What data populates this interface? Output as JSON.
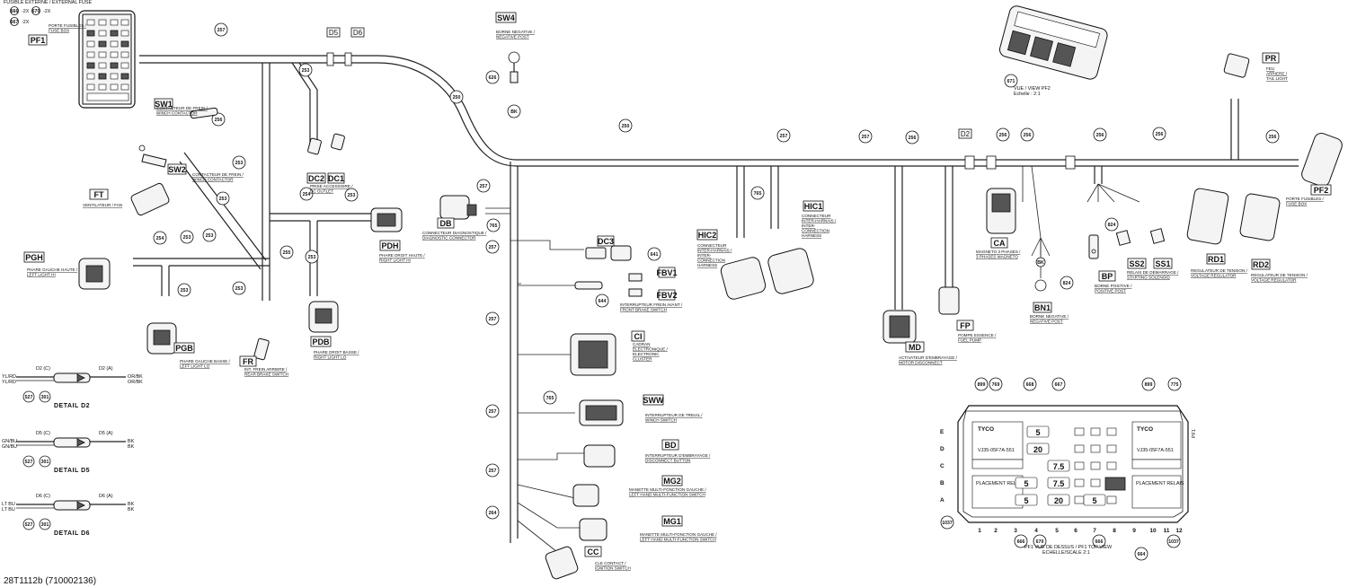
{
  "drawing_number": "28T1112b (710002136)",
  "top_left_note": {
    "line1": "FUSIBLE EXTERNE / EXTERNAL FUSE",
    "rows": [
      {
        "a": "666",
        "b": "-2X",
        "c": "670",
        "d": "-2X"
      },
      {
        "a": "667",
        "b": "-2X",
        "c": "",
        "d": ""
      }
    ]
  },
  "harness_segment_labels": [
    "257",
    "250",
    "250",
    "257",
    "257",
    "256",
    "256",
    "256",
    "256",
    "256",
    "256",
    "253",
    "256",
    "253",
    "253",
    "254",
    "253",
    "253",
    "253",
    "253",
    "254",
    "253",
    "255",
    "253",
    "765",
    "257",
    "257",
    "765",
    "257",
    "765",
    "257",
    "257",
    "264"
  ],
  "components": [
    {
      "id": "PF1",
      "code": "PF1",
      "desc": [
        "PORTE FUSIBLES /",
        "FUSE BOX"
      ]
    },
    {
      "id": "SW1",
      "code": "SW1",
      "desc": [
        "CONTACTEUR DE FREIN /",
        "WINCH CONTACTOR"
      ]
    },
    {
      "id": "SW2",
      "code": "SW2",
      "desc": [
        "CONTACTEUR DE FREIN /",
        "WINCH CONTACTOR"
      ]
    },
    {
      "id": "FT",
      "code": "FT",
      "desc": [
        "VENTILATEUR / FAN"
      ]
    },
    {
      "id": "PGH",
      "code": "PGH",
      "desc": [
        "PHARE GAUCHE HAUTE /",
        "LEFT LIGHT HI"
      ]
    },
    {
      "id": "PGB",
      "code": "PGB",
      "desc": [
        "PHARE GAUCHE BASSE /",
        "LEFT LIGHT LO"
      ]
    },
    {
      "id": "FR",
      "code": "FR",
      "desc": [
        "INT. FREIN ARRIERE /",
        "REAR BRAKE SWITCH"
      ]
    },
    {
      "id": "DC2",
      "code": "DC2",
      "desc": [
        "PRISE ACCESSOIRE /",
        "DC OUTLET"
      ]
    },
    {
      "id": "DC1",
      "code": "DC1",
      "desc": []
    },
    {
      "id": "PDH",
      "code": "PDH",
      "desc": [
        "PHARE DROIT HAUTE /",
        "RIGHT LIGHT HI"
      ]
    },
    {
      "id": "PDB",
      "code": "PDB",
      "desc": [
        "PHARE DROIT BASSE /",
        "RIGHT LIGHT LO"
      ]
    },
    {
      "id": "SW4",
      "code": "SW4",
      "desc": [
        "BORNE NEGATIVE /",
        "NEGATIVE POST"
      ]
    },
    {
      "id": "DB",
      "code": "DB",
      "desc": [
        "CONNECTEUR DIAGNOSTIQUE /",
        "DIAGNOSTIC CONNECTOR"
      ]
    },
    {
      "id": "DC3",
      "code": "DC3",
      "desc": []
    },
    {
      "id": "FBV1",
      "code": "FBV1",
      "desc": []
    },
    {
      "id": "FBV2",
      "code": "FBV2",
      "desc": [
        "INTERRUPTEUR FREIN AVANT /",
        "FRONT BRAKE SWITCH"
      ]
    },
    {
      "id": "CI",
      "code": "CI",
      "desc": [
        "CADRAN",
        "ELECTRONIQUE /",
        "ELECTRONIC",
        "CLUSTER"
      ]
    },
    {
      "id": "SWW",
      "code": "SWW",
      "desc": [
        "INTERRUPTEUR DE TREUIL /",
        "WINCH SWITCH"
      ]
    },
    {
      "id": "BD",
      "code": "BD",
      "desc": [
        "INTERRUPTEUR D'EMBRAYAGE /",
        "DISCONNECT BUTTON"
      ]
    },
    {
      "id": "MG2",
      "code": "MG2",
      "desc": [
        "MANETTE MULTI-FONCTION GAUCHE /",
        "LEFT HAND MULTI-FUNCTION SWITCH"
      ]
    },
    {
      "id": "MG1",
      "code": "MG1",
      "desc": [
        "MANETTE MULTI-FONCTION GAUCHE /",
        "LEFT HAND MULTI-FUNCTION SWITCH"
      ]
    },
    {
      "id": "CC",
      "code": "CC",
      "desc": [
        "CLE CONTACT /",
        "IGNITION SWITCH"
      ]
    },
    {
      "id": "HIC2",
      "code": "HIC2",
      "desc": [
        "CONNECTEUR",
        "INTER-HARNAIS /",
        "INTER-",
        "CONNECTION",
        "HARNESS"
      ]
    },
    {
      "id": "HIC1",
      "code": "HIC1",
      "desc": [
        "CONNECTEUR",
        "INTER-HARNAIS /",
        "INTER-",
        "CONNECTION",
        "HARNESS"
      ]
    },
    {
      "id": "MD",
      "code": "MD",
      "desc": [
        "ACTIVATEUR D'EMBRAYAGE /",
        "MOTOR DISCONNECT"
      ]
    },
    {
      "id": "FP",
      "code": "FP",
      "desc": [
        "POMPE ESSENCE /",
        "FUEL PUMP"
      ]
    },
    {
      "id": "CA",
      "code": "CA",
      "desc": [
        "MAGNETO 3 PHASES /",
        "3 PHASES MAGNETO"
      ]
    },
    {
      "id": "BN1",
      "code": "BN1",
      "desc": [
        "BORNE NEGATIVE /",
        "NEGATIVE POST"
      ]
    },
    {
      "id": "BP",
      "code": "BP",
      "desc": [
        "BORNE POSITIVE /",
        "POSITIVE POST"
      ]
    },
    {
      "id": "SS2",
      "code": "SS2",
      "desc": []
    },
    {
      "id": "SS1",
      "code": "SS1",
      "desc": [
        "RELAIS DE DEMARRAGE /",
        "STARTING SOLENOID"
      ]
    },
    {
      "id": "RD1",
      "code": "RD1",
      "desc": [
        "REGULATEUR DE TENSION /",
        "VOLTAGE REGULATOR"
      ]
    },
    {
      "id": "RD2",
      "code": "RD2",
      "desc": [
        "REGULATEUR DE TENSION /",
        "VOLTAGE REGULATOR"
      ]
    },
    {
      "id": "PF2",
      "code": "PF2",
      "desc": [
        "PORTE FUSIBLES /",
        "FUSE BOX"
      ]
    },
    {
      "id": "PR",
      "code": "PR",
      "desc": [
        "FEU",
        "ARRIERE /",
        "TAIL LIGHT"
      ]
    }
  ],
  "splices": [
    "D5",
    "D6",
    "D2",
    "D2",
    "D2"
  ],
  "callouts": [
    "626",
    "641",
    "644",
    "824",
    "824",
    "671"
  ],
  "wire_tags": {
    "sw4_color": "BK",
    "bn1_color": "BK"
  },
  "view_top_right": {
    "label": "VUE / VIEW PF2",
    "sub": "Echelle : 2:1"
  },
  "details": [
    {
      "id": "d2",
      "title": "DETAIL D2",
      "left": "D2 (C)",
      "right": "D2 (A)",
      "l1": "YL/RD",
      "l2": "YL/RD",
      "r1": "OR/BK",
      "r2": "OR/BK",
      "n1": "527",
      "n2": "301"
    },
    {
      "id": "d5",
      "title": "DETAIL D5",
      "left": "D5 (C)",
      "right": "D5 (A)",
      "l1": "GN/BU",
      "l2": "GN/BU",
      "r1": "BK",
      "r2": "BK",
      "n1": "527",
      "n2": "301"
    },
    {
      "id": "d6",
      "title": "DETAIL D6",
      "left": "D6 (C)",
      "right": "D6 (A)",
      "l1": "LT BU",
      "l2": "LT BU",
      "r1": "BK",
      "r2": "BK",
      "n1": "527",
      "n2": "301"
    }
  ],
  "fusebox_view": {
    "caption": "PF1 VUE DE DESSUS / PF1 TOP VIEW",
    "scale": "ECHELLE/SCALE 2:1",
    "rows": [
      "E",
      "D",
      "C",
      "B",
      "A"
    ],
    "cols": [
      "1",
      "2",
      "3",
      "4",
      "5",
      "6",
      "7",
      "8",
      "9",
      "10",
      "11",
      "12"
    ],
    "left_label": "TYCO",
    "left_pn": "VJ35-05F7A-551",
    "right_label": "TYCO",
    "right_pn": "VJ35-05F7A-551",
    "left_relay": "PLACEMENT RELAIS",
    "right_relay": "PLACEMENT RELAIS",
    "fuses": [
      {
        "val": "5"
      },
      {
        "val": "20"
      },
      {
        "val": "7.5"
      },
      {
        "val": "5"
      },
      {
        "val": "7.5"
      },
      {
        "val": "5"
      },
      {
        "val": "20"
      },
      {
        "val": "5"
      }
    ],
    "top_callouts": [
      "899",
      "769",
      "668",
      "667",
      "899",
      "775"
    ],
    "bottom_callouts": [
      "1037",
      "666",
      "670",
      "666",
      "664",
      "1037"
    ],
    "side_right": "PF1"
  }
}
